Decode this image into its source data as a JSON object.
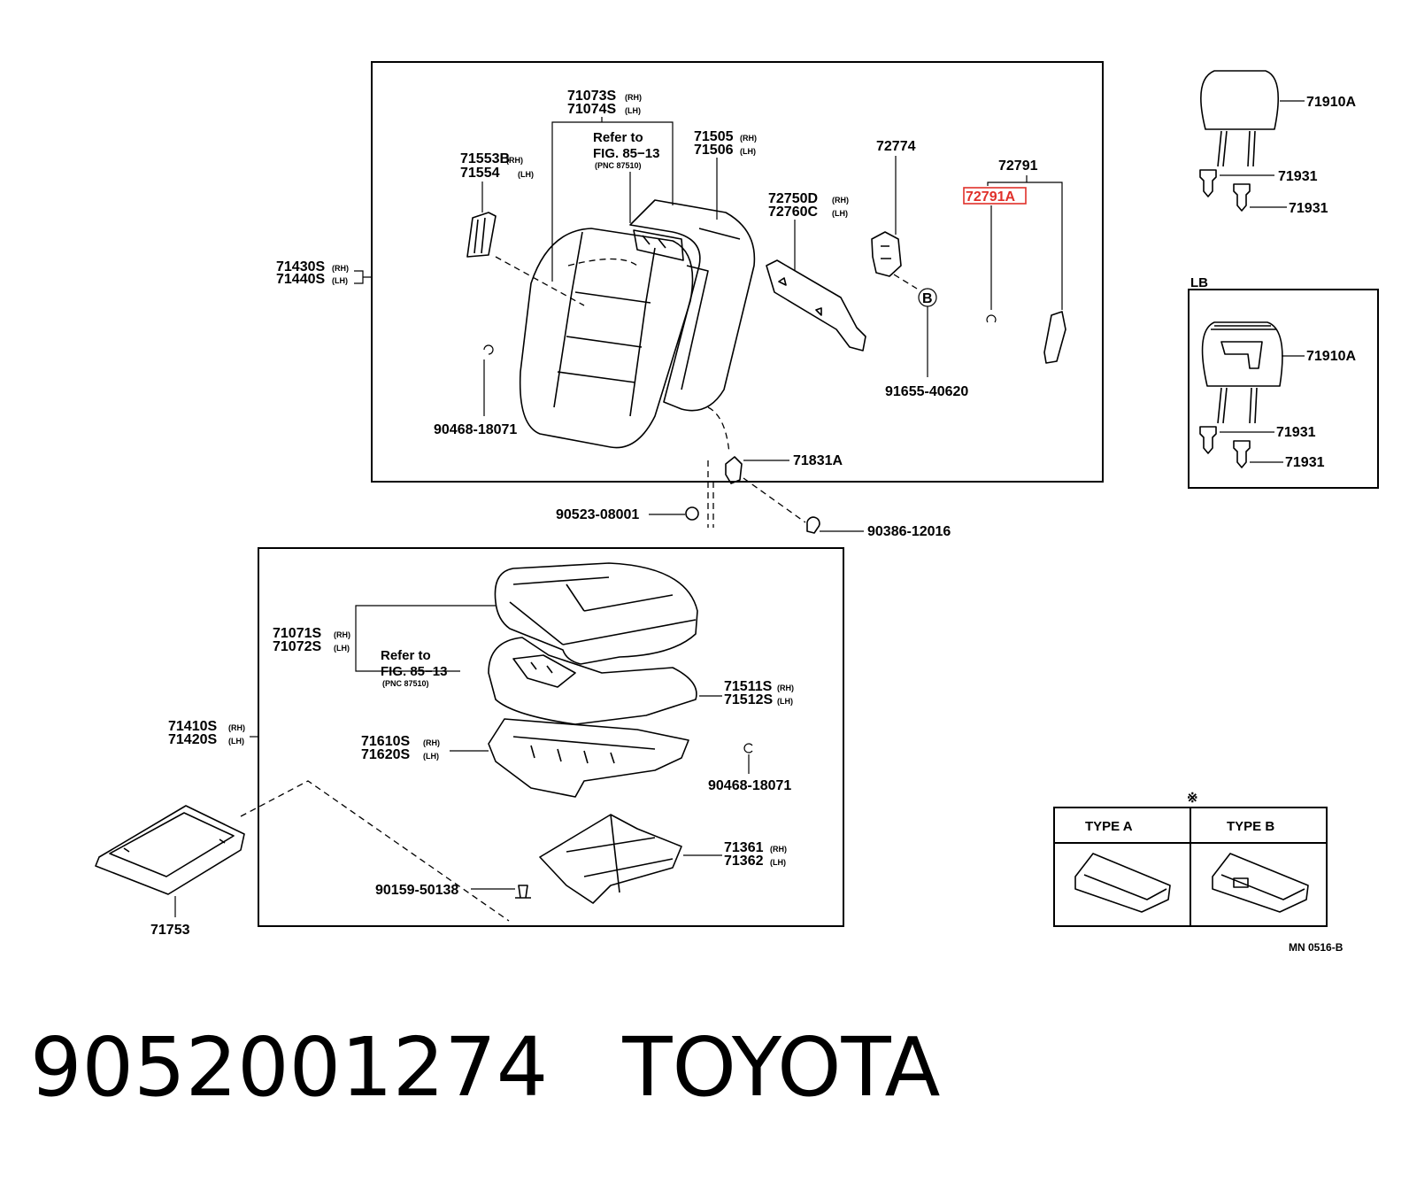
{
  "diagram": {
    "backrest": {
      "assy_rh": "71430S",
      "assy_lh": "71440S",
      "cover_rh": "71073S",
      "cover_lh": "71074S",
      "ref_line1": "Refer to",
      "ref_line2": "FIG. 85−13",
      "ref_line3": "(PNC 87510)",
      "pad_rh": "71505",
      "pad_lh": "71506",
      "bezel_rh": "71553B",
      "bezel_lh": "71554",
      "hog_ring": "90468-18071",
      "hinge_rh": "72750D",
      "hinge_lh": "72760C",
      "lock": "72774",
      "lever": "72791",
      "lever_sub": "72791A",
      "bolt_b": "91655-40620",
      "b_marker": "B",
      "bracket": "71831A",
      "nut": "90523-08001",
      "clip": "90386-12016"
    },
    "headrest": {
      "assy": "71910A",
      "support_upper": "71931",
      "support_lower": "71931"
    },
    "headrest_lb": {
      "title": "LB",
      "assy": "71910A",
      "support_upper": "71931",
      "support_lower": "71931"
    },
    "cushion": {
      "assy_rh": "71410S",
      "assy_lh": "71420S",
      "cover_rh": "71071S",
      "cover_lh": "71072S",
      "ref_line1": "Refer to",
      "ref_line2": "FIG. 85−13",
      "ref_line3": "(PNC 87510)",
      "pad_rh": "71511S",
      "pad_lh": "71512S",
      "spring_rh": "71610S",
      "spring_lh": "71620S",
      "hog_ring": "90468-18071",
      "frame_rh": "71361",
      "frame_lh": "71362",
      "screw": "90159-50138",
      "tray": "71753"
    },
    "type_table": {
      "mark": "※",
      "type_a": "TYPE   A",
      "type_b": "TYPE   B"
    },
    "side_rh": "(RH)",
    "side_lh": "(LH)",
    "diagram_code": "MN 0516-B"
  },
  "footer": {
    "part_number": "9052001274",
    "brand": "TOYOTA"
  }
}
